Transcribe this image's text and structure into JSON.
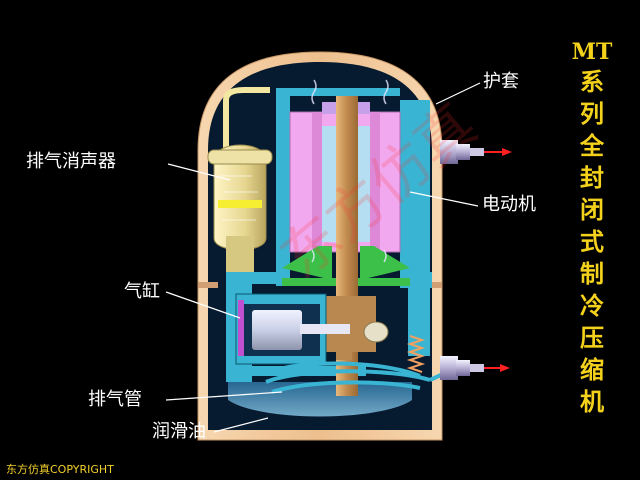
{
  "labels": {
    "shroud": "护套",
    "muffler": "排气消声器",
    "motor": "电动机",
    "cylinder": "气缸",
    "discharge_pipe": "排气管",
    "oil": "润滑油"
  },
  "side_title": {
    "prefix": "MT",
    "chars": [
      "系",
      "列",
      "全",
      "封",
      "闭",
      "式",
      "制",
      "冷",
      "压",
      "缩",
      "机"
    ]
  },
  "watermark": "东方仿真",
  "copyright": "东方仿真COPYRIGHT",
  "colors": {
    "background": "#000000",
    "shell": "#f0c79a",
    "interior": "#061a30",
    "stator": "#f2a8ef",
    "rotor": "#b6def2",
    "shaft": "#c8955a",
    "cyan_frame": "#39b5d3",
    "muffler": "#e8dc9a",
    "title": "#f4d21c",
    "arrow": "#ff2020"
  }
}
